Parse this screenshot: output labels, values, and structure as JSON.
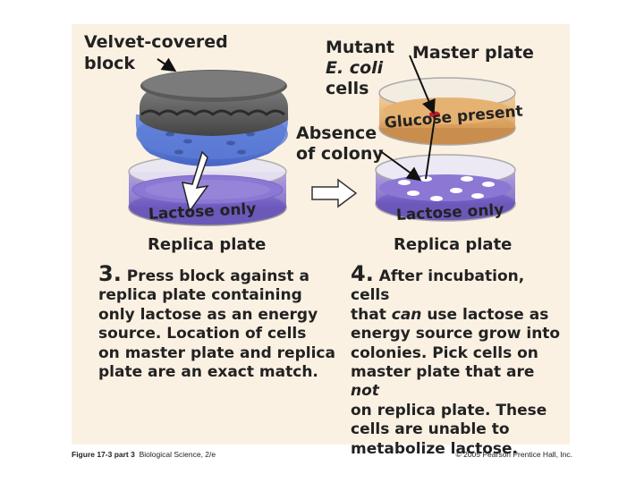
{
  "labels": {
    "velvet_line1": "Velvet-covered",
    "velvet_line2": "block",
    "mutant_line1": "Mutant",
    "mutant_line2": "E. coli",
    "mutant_line3": "cells",
    "master_plate": "Master plate",
    "glucose": "Glucose present",
    "absence_line1": "Absence",
    "absence_line2": "of colony",
    "lactose_left": "Lactose only",
    "lactose_right": "Lactose only",
    "replica_left": "Replica plate",
    "replica_right": "Replica plate"
  },
  "steps": [
    {
      "number": "3.",
      "lines": [
        "Press block against a",
        "replica plate containing",
        "only lactose as an energy",
        "source. Location of cells",
        "on master plate and replica",
        "plate are an exact match."
      ]
    },
    {
      "number": "4.",
      "lines": [
        "After incubation, cells",
        "that can use lactose as",
        "energy source grow into",
        "colonies. Pick cells on",
        "master plate that are not",
        "on replica plate. These",
        "cells are unable to",
        "metabolize lactose."
      ]
    }
  ],
  "footer": {
    "figure_ref": "Figure 17-3 part 3",
    "book": "Biological Science, 2/e",
    "copyright": "© 2005 Pearson Prentice Hall, Inc."
  },
  "colors": {
    "panel_bg": "#fbf1e3",
    "plate_purple": "#8d77d2",
    "master_agar": "#e8b97a",
    "velvet_blue": "#5e7fd8",
    "colony_red": "#c8182a"
  }
}
